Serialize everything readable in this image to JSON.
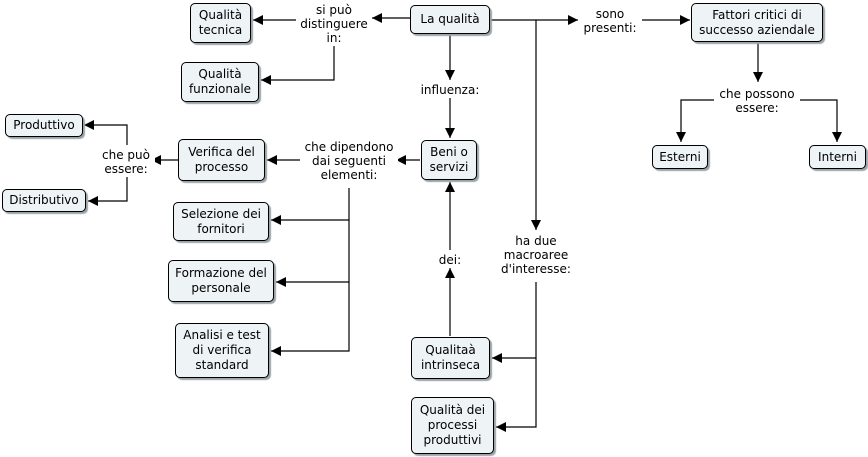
{
  "concepts": {
    "la_qualita": "La qualità",
    "qualita_tecnica": "Qualità\ntecnica",
    "qualita_funzionale": "Qualità\nfunzionale",
    "fattori_critici": "Fattori critici di\nsuccesso aziendale",
    "esterni": "Esterni",
    "interni": "Interni",
    "beni_servizi": "Beni o\nservizi",
    "verifica_processo": "Verifica del\nprocesso",
    "produttivo": "Produttivo",
    "distributivo": "Distributivo",
    "selezione_fornitori": "Selezione dei\nfornitori",
    "formazione_personale": "Formazione del\npersonale",
    "analisi_test": "Analisi e test\ndi verifica\nstandard",
    "qualitaa_intrinseca": "Qualitaà\nintrinseca",
    "qualita_processi": "Qualità dei\nprocessi\nproduttivi"
  },
  "links": {
    "si_puo_distinguere": "si può\ndistinguere\nin:",
    "sono_presenti": "sono\npresenti:",
    "influenza": "influenza:",
    "che_possono_essere": "che possono\nessere:",
    "che_dipendono": "che dipendono\ndai seguenti\nelementi:",
    "che_puo_essere": "che può\nessere:",
    "ha_due_macroaree": "ha due\nmacroaree\nd'interesse:",
    "dei": "dei:"
  },
  "colors": {
    "node_fill": "#eef3f6",
    "node_border": "#000000",
    "connector": "#000000"
  }
}
